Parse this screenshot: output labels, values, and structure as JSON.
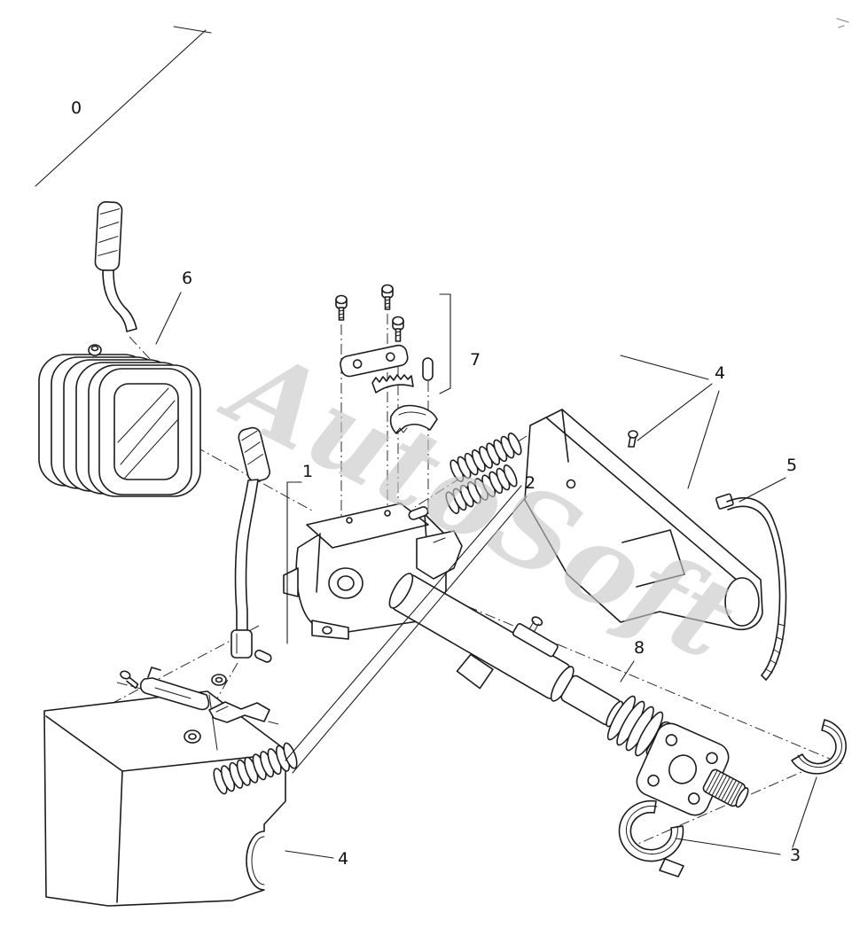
{
  "diagram": {
    "watermark": "AutoSoft",
    "colors": {
      "background": "#ffffff",
      "line": "#1c1c1c",
      "watermark": "#c6c6c6"
    },
    "callouts": [
      {
        "label": "0"
      },
      {
        "label": "6"
      },
      {
        "label": "1"
      },
      {
        "label": "7"
      },
      {
        "label": "2"
      },
      {
        "label": "4"
      },
      {
        "label": "5"
      },
      {
        "label": "8"
      },
      {
        "label": "3"
      },
      {
        "label": "4"
      }
    ]
  }
}
